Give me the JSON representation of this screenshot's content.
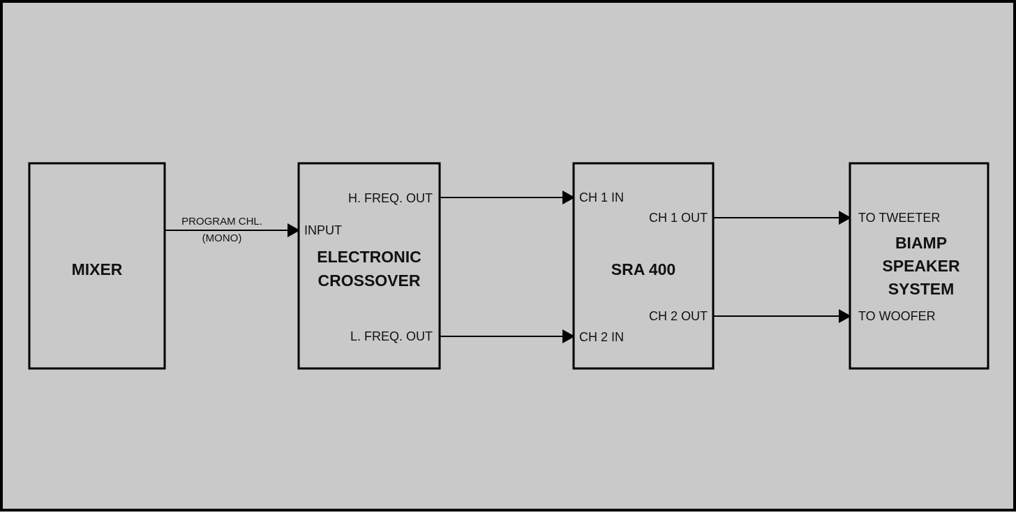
{
  "diagram": {
    "colors": {
      "background": "#c9c9c9",
      "line": "#000000",
      "text": "#111111"
    },
    "blocks": {
      "mixer": {
        "label": "MIXER"
      },
      "crossover": {
        "title_line1": "ELECTRONIC",
        "title_line2": "CROSSOVER",
        "input": "INPUT",
        "h_out": "H. FREQ. OUT",
        "l_out": "L. FREQ. OUT"
      },
      "amp": {
        "title": "SRA 400",
        "ch1_in": "CH 1 IN",
        "ch2_in": "CH 2 IN",
        "ch1_out": "CH 1 OUT",
        "ch2_out": "CH 2 OUT"
      },
      "speaker": {
        "title_line1": "BIAMP",
        "title_line2": "SPEAKER",
        "title_line3": "SYSTEM",
        "tweeter": "TO TWEETER",
        "woofer": "TO WOOFER"
      }
    },
    "connections": {
      "program_line1": "PROGRAM CHL.",
      "program_line2": "(MONO)"
    }
  }
}
